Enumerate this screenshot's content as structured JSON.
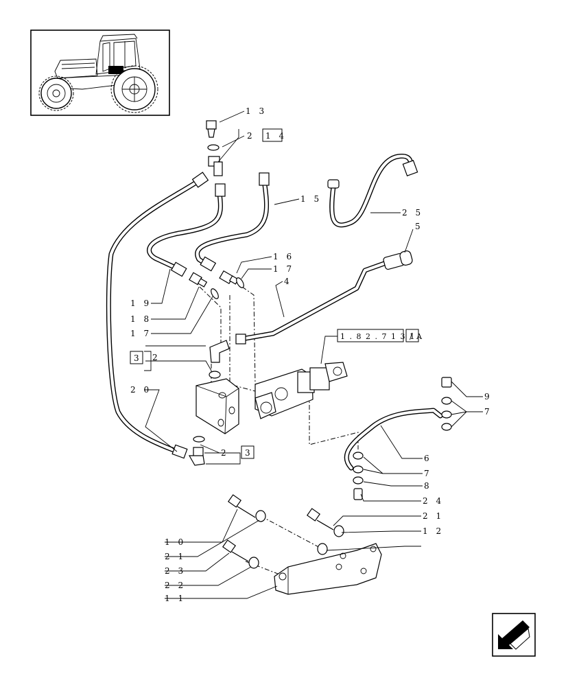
{
  "labels": {
    "l1": "1 3",
    "l2": "2",
    "l3": "1 4",
    "l4": "1 5",
    "l5": "2 5",
    "l6": "5",
    "l7": "1 6",
    "l8": "1 7",
    "l9": "4",
    "l10": "1 9",
    "l11": "1 8",
    "l12": "1 7",
    "l13": "1 . 8 2 . 7 1 3 / A",
    "l14": "1",
    "l15": "3",
    "l16": "2",
    "l17": "2 0",
    "l18": "9",
    "l19": "7",
    "l20": "2",
    "l21": "3",
    "l22": "6",
    "l23": "7",
    "l24": "8",
    "l25": "2 4",
    "l26": "2 1",
    "l27": "1 2",
    "l28": "1 0",
    "l29": "2 1",
    "l30": "2 3",
    "l31": "2 2",
    "l32": "1 1"
  },
  "icons": {
    "thumbnail": "tractor-thumbnail-icon",
    "nav": "next-page-arrow-icon"
  }
}
